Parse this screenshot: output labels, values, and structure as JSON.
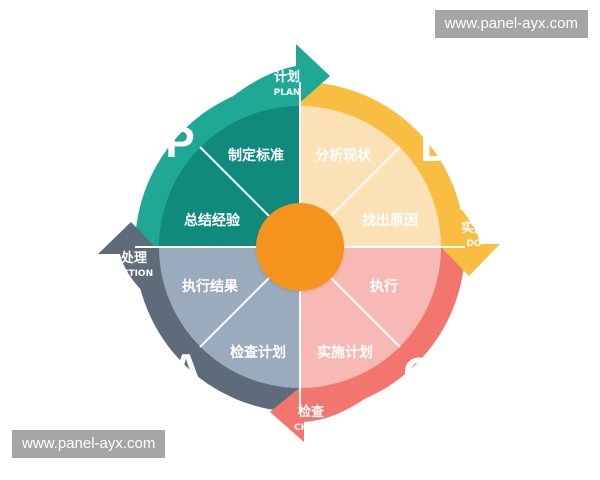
{
  "watermarks": {
    "top": "www.panel-ayx.com",
    "bottom": "www.panel-ayx.com"
  },
  "letters": {
    "p": "P",
    "d": "D",
    "c": "C",
    "a": "A"
  },
  "arrow_labels": {
    "plan_cn": "计划",
    "plan_en": "PLAN",
    "do_cn": "实施",
    "do_en": "DO",
    "check_cn": "检查",
    "check_en": "CHECK",
    "action_cn": "处理",
    "action_en": "ACTION"
  },
  "segments": {
    "plan_1": "制定标准",
    "plan_2": "总结经验",
    "do_1": "分析现状",
    "do_2": "找出原因",
    "check_1": "执行",
    "check_2": "实施计划",
    "action_1": "检查计划",
    "action_2": "执行结果"
  },
  "colors": {
    "plan_outer": "#1fa896",
    "plan_inner": "#0f8a7c",
    "do_outer": "#f9bd42",
    "do_inner": "#fde1b6",
    "check_outer": "#f3766e",
    "check_inner": "#f8b9b4",
    "action_outer": "#5e6b7a",
    "action_inner": "#9aabbd",
    "center": "#f5941f"
  }
}
